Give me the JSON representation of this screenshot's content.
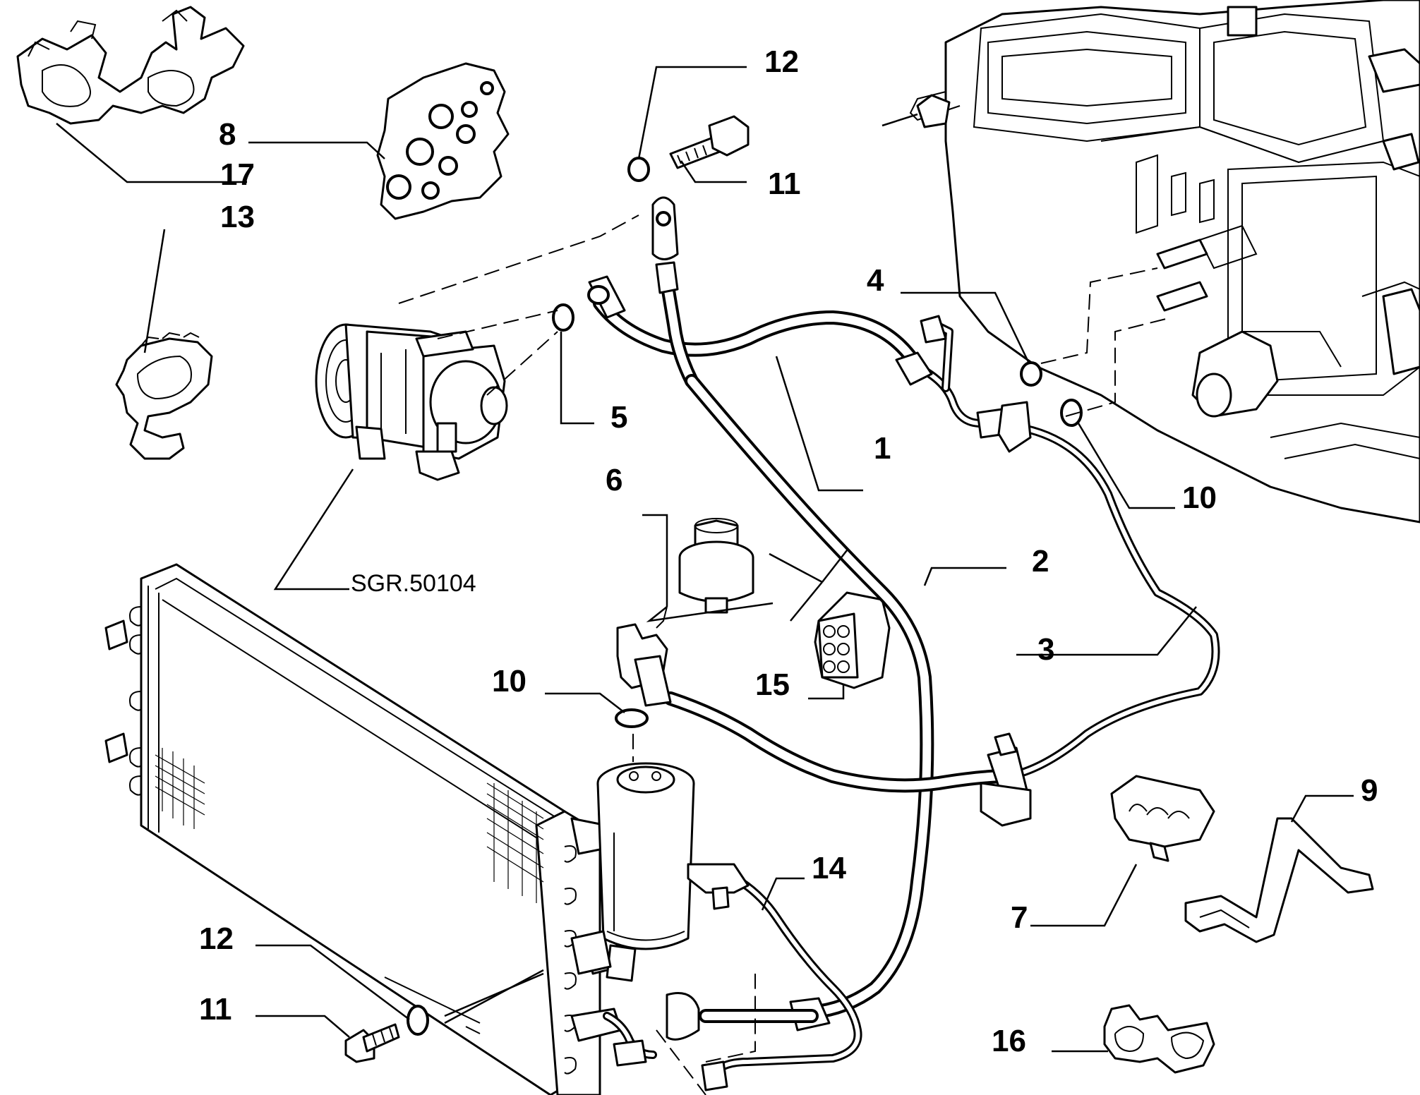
{
  "callouts": [
    {
      "id": "c1",
      "text": "1"
    },
    {
      "id": "c2",
      "text": "2"
    },
    {
      "id": "c3",
      "text": "3"
    },
    {
      "id": "c4",
      "text": "4"
    },
    {
      "id": "c5",
      "text": "5"
    },
    {
      "id": "c6",
      "text": "6"
    },
    {
      "id": "c7",
      "text": "7"
    },
    {
      "id": "c8",
      "text": "8"
    },
    {
      "id": "c9",
      "text": "9"
    },
    {
      "id": "c10a",
      "text": "10"
    },
    {
      "id": "c10b",
      "text": "10"
    },
    {
      "id": "c11a",
      "text": "11"
    },
    {
      "id": "c11b",
      "text": "11"
    },
    {
      "id": "c12a",
      "text": "12"
    },
    {
      "id": "c12b",
      "text": "12"
    },
    {
      "id": "c13",
      "text": "13"
    },
    {
      "id": "c14",
      "text": "14"
    },
    {
      "id": "c15",
      "text": "15"
    },
    {
      "id": "c16",
      "text": "16"
    },
    {
      "id": "c17",
      "text": "17"
    }
  ],
  "reference_label": "SGR.50104"
}
